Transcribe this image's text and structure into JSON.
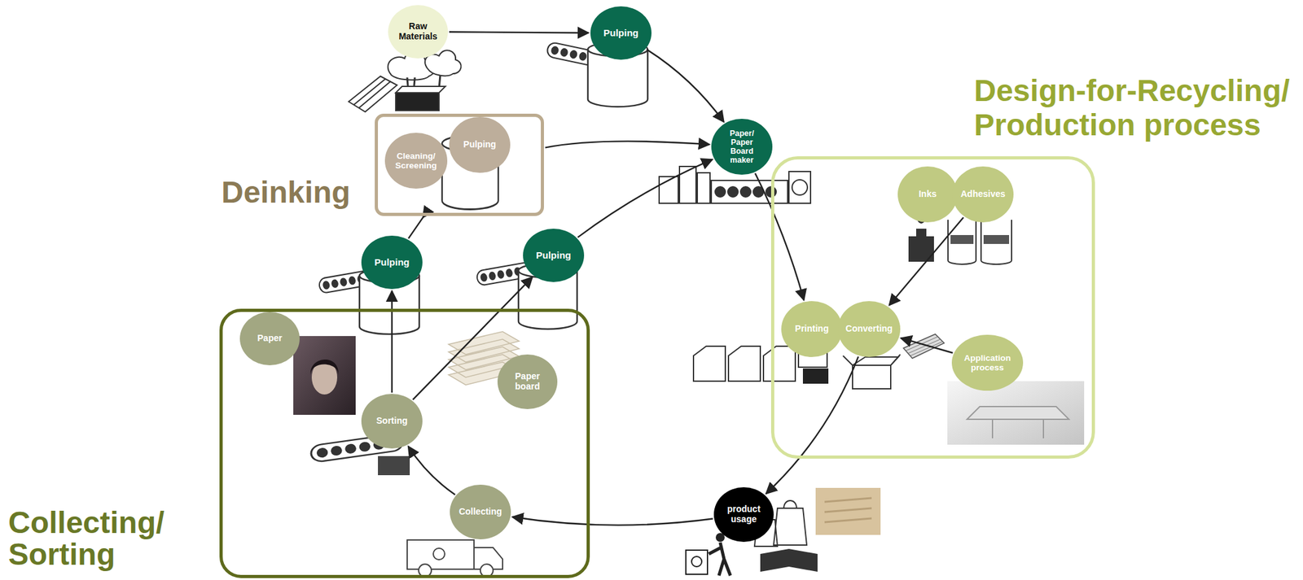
{
  "diagram": {
    "nodes": [
      {
        "text": [
          "Raw Materials"
        ]
      },
      {
        "text": [
          "Pulping"
        ]
      },
      {
        "text": [
          "Paper/ Paper Board maker"
        ]
      },
      {
        "text": [
          "Design-for-Recycling/ Production process"
        ]
      },
      {
        "text": [
          "Inks"
        ],
        "in": 3
      },
      {
        "text": [
          "Adhesives"
        ],
        "in": 3
      },
      {
        "text": [
          "Printing"
        ],
        "in": 3
      },
      {
        "text": [
          "Converting"
        ],
        "in": 3
      },
      {
        "text": [
          "Application process"
        ],
        "in": 3
      },
      {
        "text": [
          "product usage"
        ]
      },
      {
        "text": [
          "Collecting/ Sorting"
        ]
      },
      {
        "text": [
          "Collecting"
        ],
        "in": 10
      },
      {
        "text": [
          "Sorting"
        ],
        "in": 10
      },
      {
        "text": [
          "Paper"
        ],
        "in": 10
      },
      {
        "text": [
          "Paper board"
        ],
        "in": 10
      },
      {
        "text": [
          "Pulping"
        ]
      },
      {
        "text": [
          "Pulping"
        ]
      },
      {
        "text": [
          "Deinking"
        ]
      },
      {
        "text": [
          "Cleaning/ Screening"
        ],
        "in": 17
      },
      {
        "text": [
          "Pulping"
        ],
        "in": 17
      }
    ],
    "edges": [
      {
        "from": 0,
        "to": 1,
        "arrow": "to"
      },
      {
        "from": 1,
        "to": 2,
        "arrow": "to"
      },
      {
        "from": 17,
        "to": 2,
        "arrow": "to"
      },
      {
        "from": 16,
        "to": 2,
        "arrow": "to"
      },
      {
        "from": 15,
        "to": 17,
        "arrow": "to"
      },
      {
        "from": 2,
        "to": 6,
        "arrow": "to"
      },
      {
        "from": 5,
        "to": 7,
        "arrow": "to"
      },
      {
        "from": 8,
        "to": 7,
        "arrow": "to"
      },
      {
        "from": 7,
        "to": 9,
        "arrow": "to"
      },
      {
        "from": 9,
        "to": 11,
        "arrow": "to"
      },
      {
        "from": 11,
        "to": 12,
        "arrow": "to"
      },
      {
        "from": 12,
        "to": 15,
        "arrow": "to"
      },
      {
        "from": 12,
        "to": 16,
        "arrow": "to"
      }
    ]
  }
}
